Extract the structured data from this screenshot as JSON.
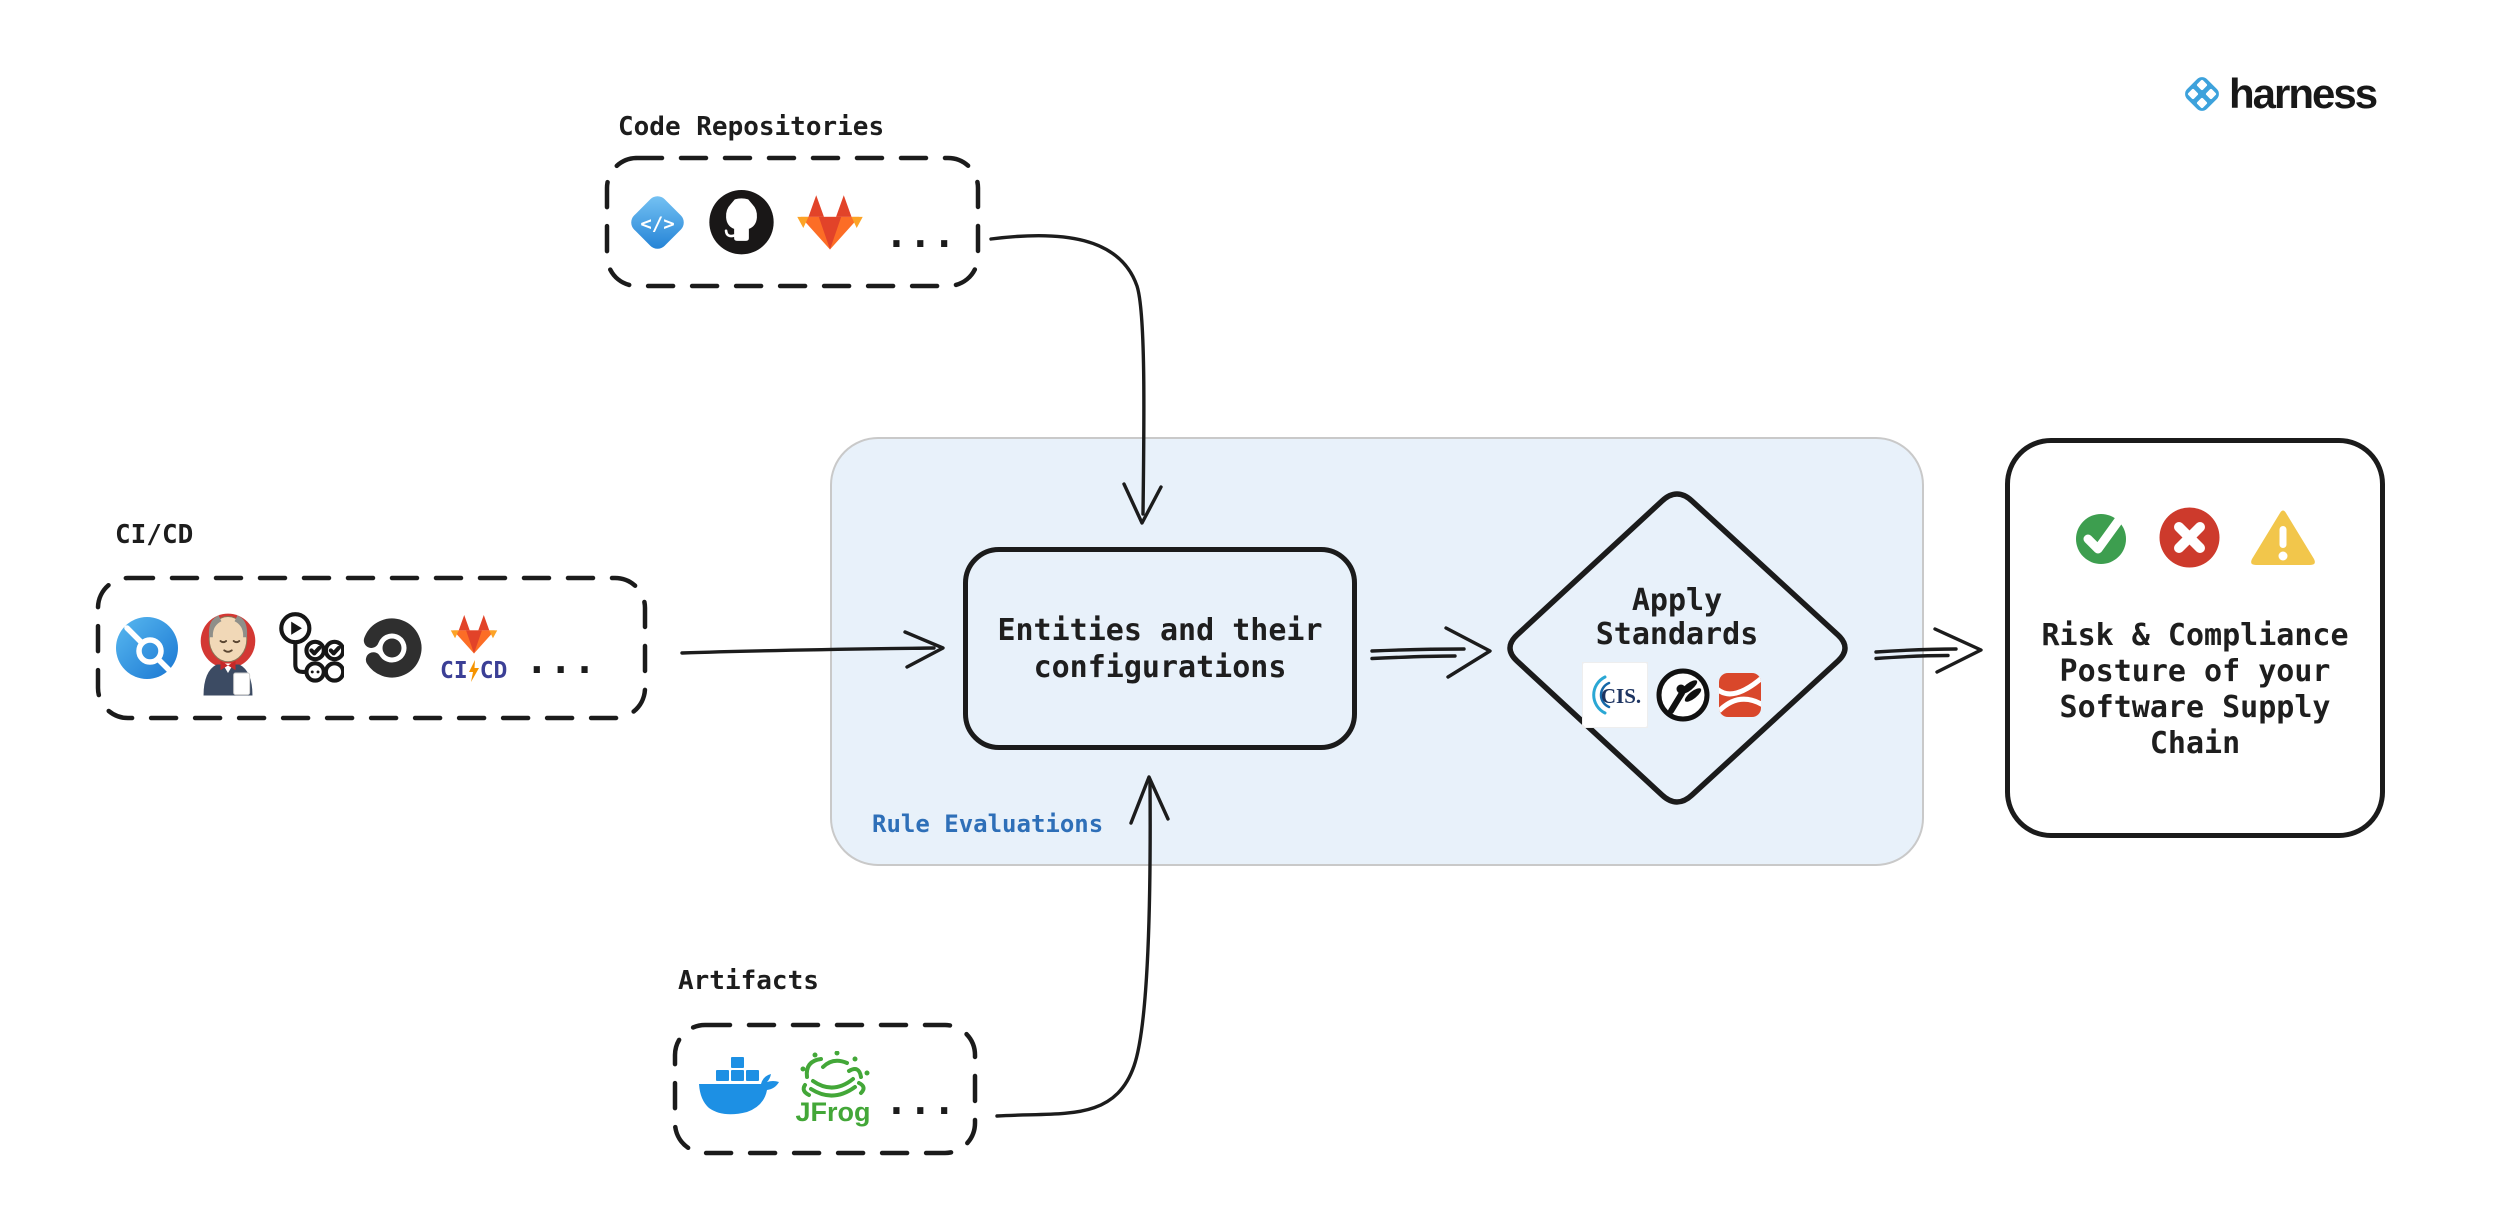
{
  "brand": {
    "name": "harness",
    "logo_color": "#3da2dc"
  },
  "sources": {
    "code_repositories": {
      "title": "Code Repositories",
      "icons": [
        "azure-repos-icon",
        "github-icon",
        "gitlab-icon"
      ],
      "ellipsis": "..."
    },
    "cicd": {
      "title": "CI/CD",
      "icons": [
        "harness-ci-icon",
        "jenkins-icon",
        "github-actions-icon",
        "circleci-icon",
        "gitlab-cicd-icon"
      ],
      "gitlab_cicd_text": {
        "ci": "CI",
        "cd": "CD"
      },
      "ellipsis": "..."
    },
    "artifacts": {
      "title": "Artifacts",
      "icons": [
        "docker-icon",
        "jfrog-icon"
      ],
      "jfrog_label": "JFrog",
      "ellipsis": "..."
    }
  },
  "rule_panel": {
    "label": "Rule Evaluations",
    "label_color": "#2e6fb8",
    "bg_color": "#e8f1fa",
    "entities_box": {
      "line1": "Entities and their",
      "line2": "configurations"
    },
    "diamond": {
      "line1": "Apply",
      "line2": "Standards",
      "cis_label": "CIS.",
      "icons": [
        "cis-benchmark-icon",
        "owasp-icon",
        "standards-icon-orange"
      ]
    }
  },
  "outcome": {
    "icons": [
      "check-icon",
      "cross-icon",
      "warning-icon"
    ],
    "status_colors": {
      "pass": "#3d9e4f",
      "fail": "#cd3a2c",
      "warn": "#f2c64b"
    },
    "lines": [
      "Risk & Compliance",
      "Posture of your",
      "Software Supply",
      "Chain"
    ]
  }
}
